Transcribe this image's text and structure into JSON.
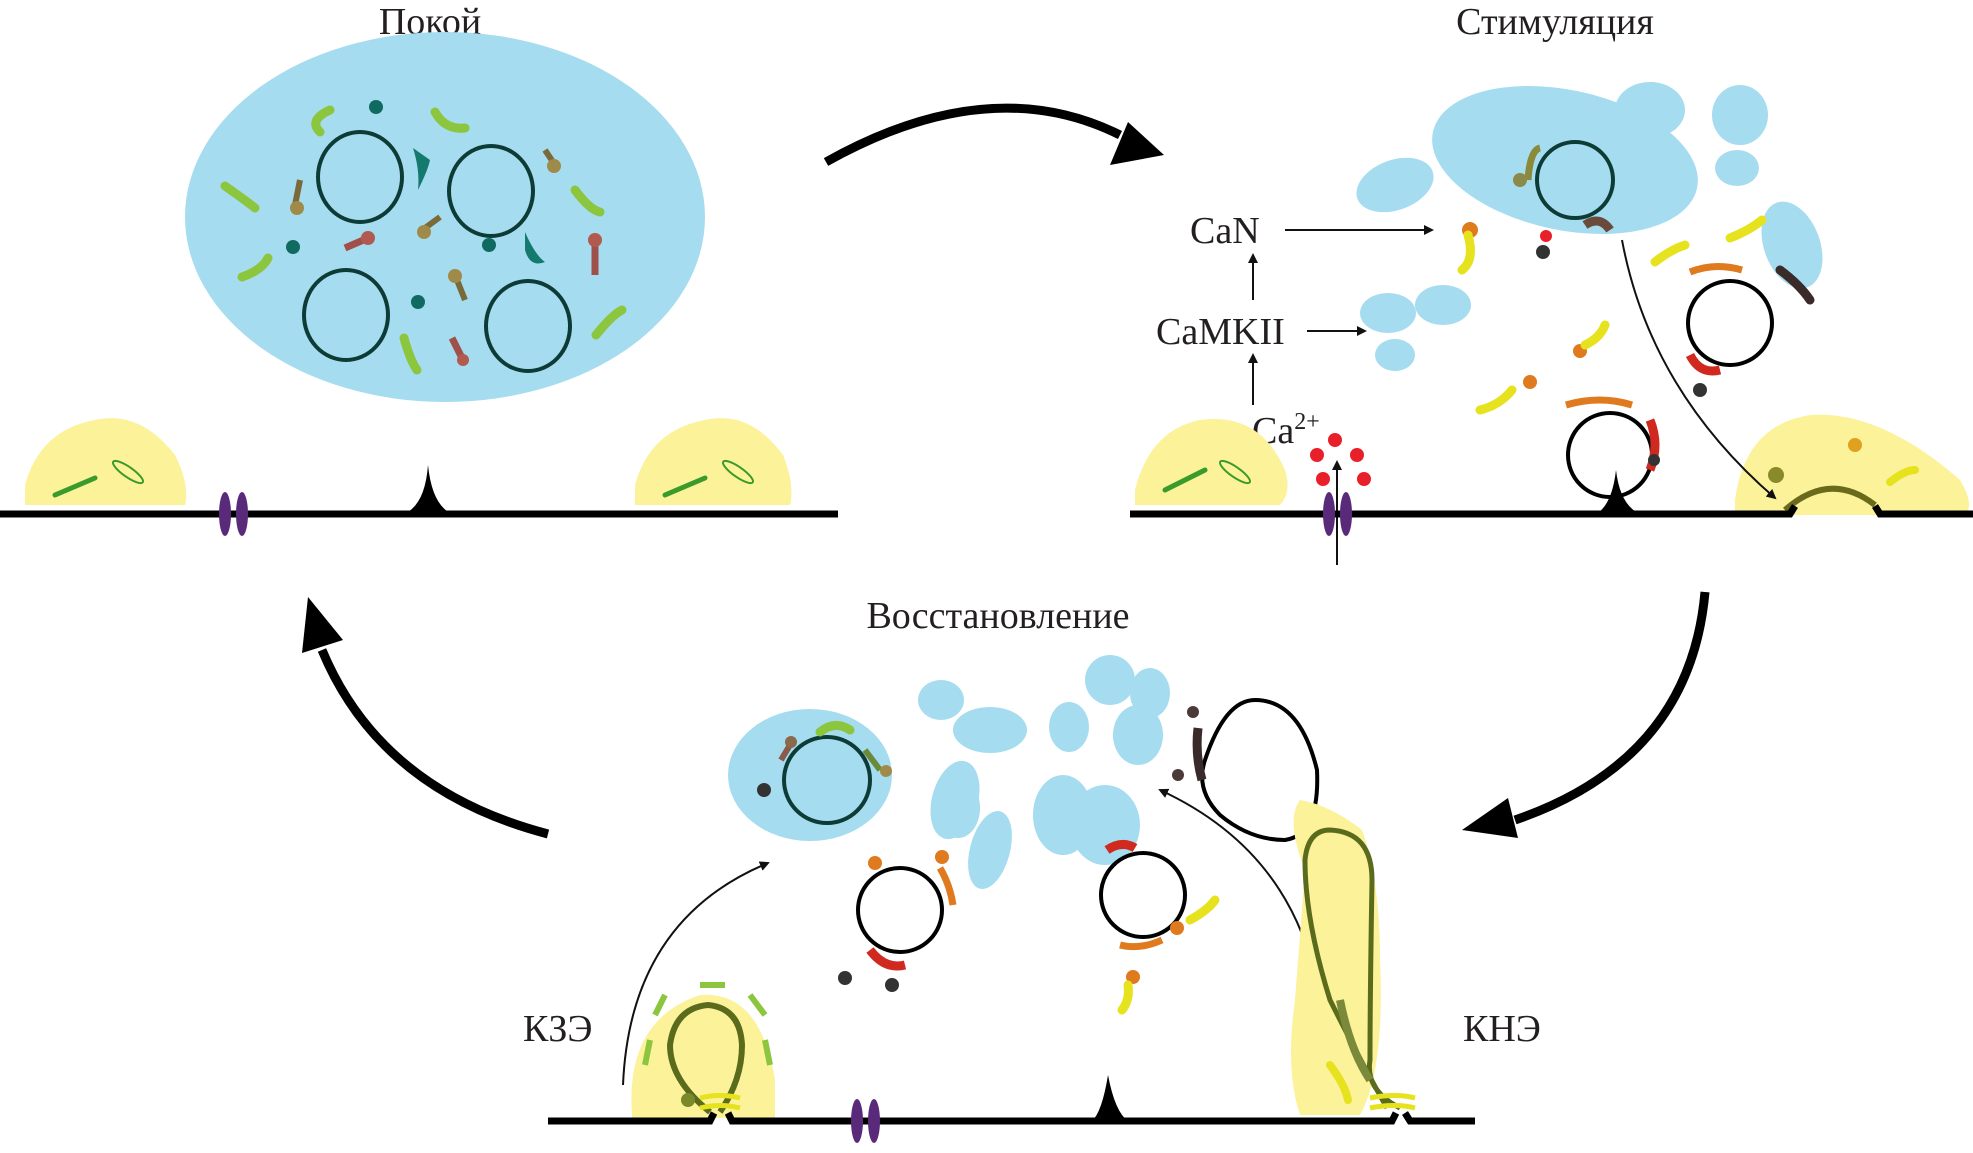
{
  "figure": {
    "stages": {
      "rest": {
        "title": "Покой"
      },
      "stimulation": {
        "title": "Стимуляция"
      },
      "recovery": {
        "title": "Восстановление"
      }
    },
    "signaling": {
      "calcineurin": "CaN",
      "camkii": "CaMKII",
      "calcium_base": "Ca",
      "calcium_charge": "2+"
    },
    "endocytosis": {
      "clathrin_dependent": "КЗЭ",
      "clathrin_independent": "КНЭ"
    },
    "colors": {
      "synapsin_condensate": "#a6dcef",
      "active_zone_cloud": "#fbf29a",
      "membrane": "#000000",
      "vesicle_outline": "#0d3b36",
      "calcium_ion": "#e8202a",
      "calcium_channel": "#5a2a7a",
      "snare_yellow": "#e6e31e",
      "synaptotagmin_orange": "#e07a1e",
      "endocytic_membrane": "#5b6b1c"
    },
    "cycle_order": [
      "Покой",
      "Стимуляция",
      "Восстановление"
    ]
  }
}
